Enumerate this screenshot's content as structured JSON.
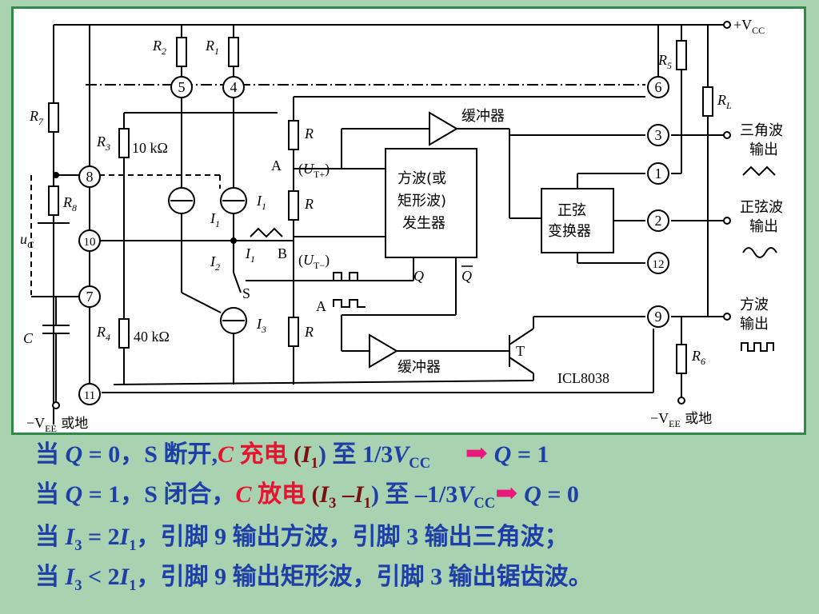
{
  "circuit": {
    "chip_name": "ICL8038",
    "supply_pos": "+V",
    "supply_pos_sub": "CC",
    "supply_neg": "−V",
    "supply_neg_sub": "EE",
    "supply_neg_suffix": " 或地",
    "pins": [
      "6",
      "5",
      "4",
      "8",
      "10",
      "7",
      "11",
      "3",
      "1",
      "2",
      "12",
      "9"
    ],
    "resistors": {
      "R1": "R",
      "R1_sub": "1",
      "R2_sub": "2",
      "R3_sub": "3",
      "R4_sub": "4",
      "R5_sub": "5",
      "R6_sub": "6",
      "R7_sub": "7",
      "R8_sub": "8",
      "RL_sub": "L",
      "R3_value": "10 kΩ",
      "R4_value": "40 kΩ"
    },
    "node_A": "A",
    "node_B": "B",
    "ut_plus": "(U",
    "ut_plus_sub": "T+",
    "ut_minus_sub": "T−",
    "current_I": "I",
    "cap": "C",
    "uc": "u",
    "uc_sub": "C",
    "switch": "S",
    "transistor": "T",
    "buffer": "缓冲器",
    "generator": [
      "方波(或",
      "矩形波)",
      "发生器"
    ],
    "sine_converter": [
      "正弦",
      "变换器"
    ],
    "out_q": "Q",
    "out_qbar": "Q",
    "triangle_out": [
      "三角波",
      "输出"
    ],
    "sine_out": [
      "正弦波",
      "输出"
    ],
    "square_out": [
      "方波",
      "输出"
    ]
  },
  "notes": {
    "line1": {
      "a": "当 ",
      "q": "Q",
      "b": " = 0，S 断开,",
      "c": "C",
      "d": " 充电",
      "e": " (",
      "f": "I",
      "g": "1",
      "h": ") 至 1/3",
      "v": "V",
      "cc": "CC",
      "r1": "Q",
      "r2": " = 1"
    },
    "line2": {
      "a": "当 ",
      "q": "Q",
      "b": " = 1，S 闭合，",
      "c": "C",
      "d": " 放电",
      "e": " (",
      "f": "I",
      "g": "3",
      "h": " –",
      "f2": "I",
      "g2": "1",
      "i": ") 至 –1/3",
      "v": "V",
      "cc": "CC",
      "r1": "Q",
      "r2": " = 0"
    },
    "line3": {
      "a": "当 ",
      "i": "I",
      "s3": "3",
      "b": " = 2",
      "i2": "I",
      "s1": "1",
      "c": "，引脚 9 输出方波，引脚 3 输出三角波；"
    },
    "line4": {
      "a": "当 ",
      "i": "I",
      "s3": "3",
      "b": " < 2",
      "i2": "I",
      "s1": "1",
      "c": "，引脚 9 输出矩形波，引脚 3 输出锯齿波。"
    },
    "arrow": "➡"
  }
}
